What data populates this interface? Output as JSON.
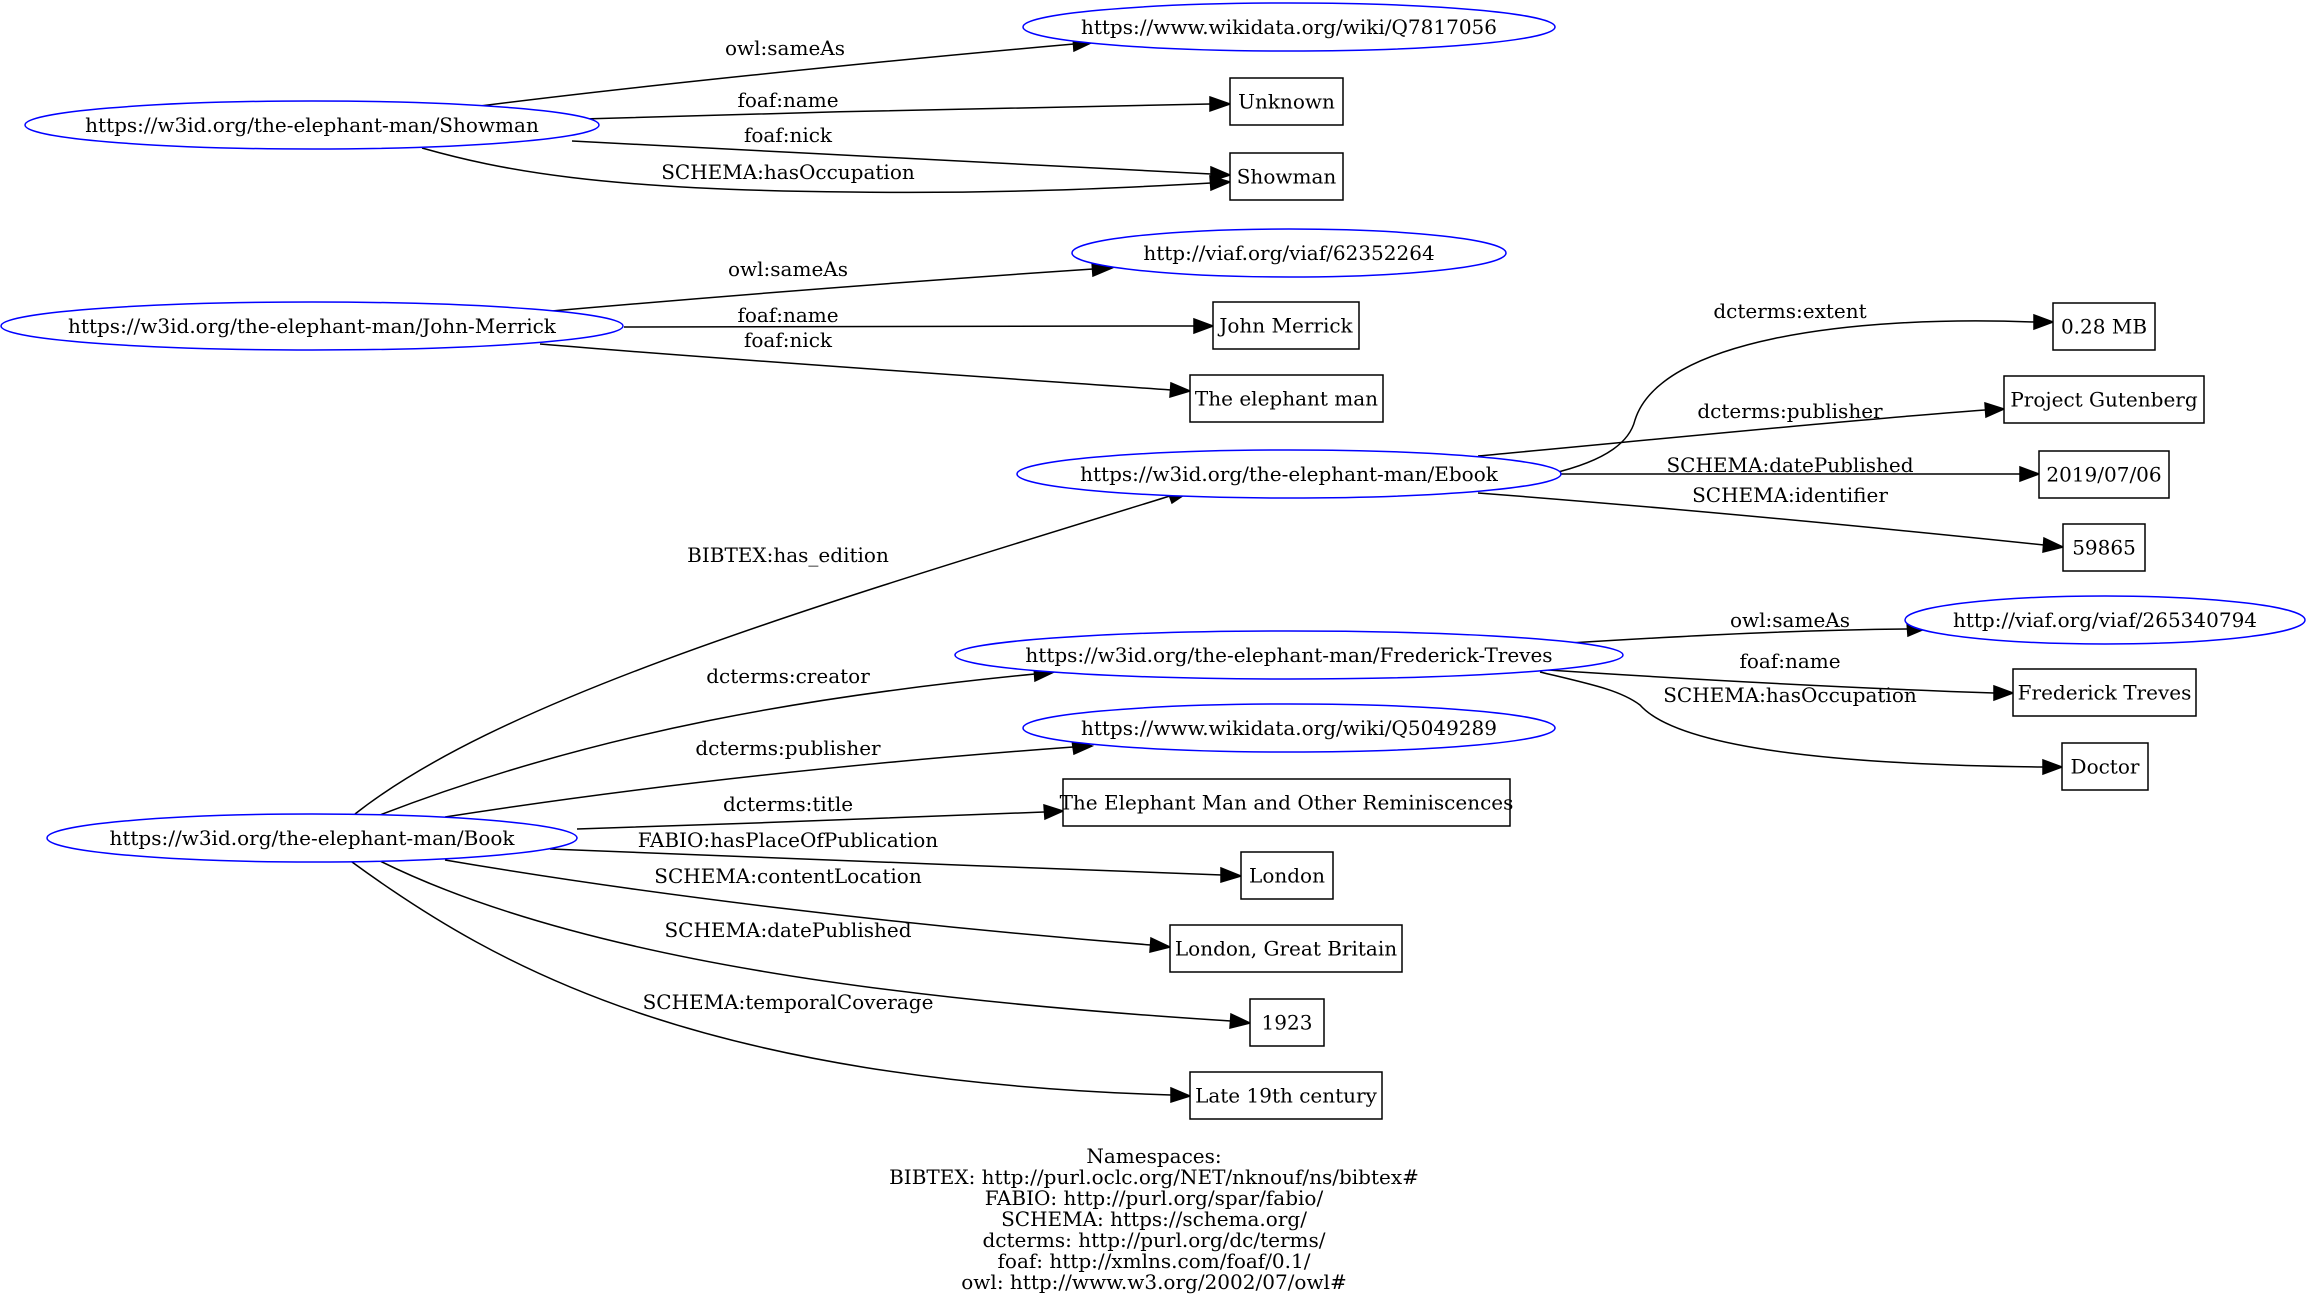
{
  "nodes": {
    "showman": {
      "label": "https://w3id.org/the-elephant-man/Showman",
      "kind": "uri"
    },
    "wd7817056": {
      "label": "https://www.wikidata.org/wiki/Q7817056",
      "kind": "uri"
    },
    "unknown": {
      "label": "Unknown",
      "kind": "literal"
    },
    "showman_lit": {
      "label": "Showman",
      "kind": "literal"
    },
    "merrick": {
      "label": "https://w3id.org/the-elephant-man/John-Merrick",
      "kind": "uri"
    },
    "viaf62352264": {
      "label": "http://viaf.org/viaf/62352264",
      "kind": "uri"
    },
    "john_merrick": {
      "label": "John Merrick",
      "kind": "literal"
    },
    "elephant_man": {
      "label": "The elephant man",
      "kind": "literal"
    },
    "ebook": {
      "label": "https://w3id.org/the-elephant-man/Ebook",
      "kind": "uri"
    },
    "size": {
      "label": "0.28 MB",
      "kind": "literal"
    },
    "gutenberg": {
      "label": "Project Gutenberg",
      "kind": "literal"
    },
    "ebook_date": {
      "label": "2019/07/06",
      "kind": "literal"
    },
    "ebook_id": {
      "label": "59865",
      "kind": "literal"
    },
    "treves": {
      "label": "https://w3id.org/the-elephant-man/Frederick-Treves",
      "kind": "uri"
    },
    "viaf265340794": {
      "label": "http://viaf.org/viaf/265340794",
      "kind": "uri"
    },
    "treves_name": {
      "label": "Frederick Treves",
      "kind": "literal"
    },
    "doctor": {
      "label": "Doctor",
      "kind": "literal"
    },
    "wd5049289": {
      "label": "https://www.wikidata.org/wiki/Q5049289",
      "kind": "uri"
    },
    "book": {
      "label": "https://w3id.org/the-elephant-man/Book",
      "kind": "uri"
    },
    "title": {
      "label": "The Elephant Man and Other Reminiscences",
      "kind": "literal"
    },
    "london": {
      "label": "London",
      "kind": "literal"
    },
    "london_gb": {
      "label": "London, Great Britain",
      "kind": "literal"
    },
    "year": {
      "label": "1923",
      "kind": "literal"
    },
    "century": {
      "label": "Late 19th century",
      "kind": "literal"
    }
  },
  "edges": [
    {
      "id": "e1",
      "from": "showman",
      "to": "wd7817056",
      "label": "owl:sameAs"
    },
    {
      "id": "e2",
      "from": "showman",
      "to": "unknown",
      "label": "foaf:name"
    },
    {
      "id": "e3",
      "from": "showman",
      "to": "showman_lit",
      "label": "foaf:nick"
    },
    {
      "id": "e4",
      "from": "showman",
      "to": "showman_lit",
      "label": "SCHEMA:hasOccupation"
    },
    {
      "id": "e5",
      "from": "merrick",
      "to": "viaf62352264",
      "label": "owl:sameAs"
    },
    {
      "id": "e6",
      "from": "merrick",
      "to": "john_merrick",
      "label": "foaf:name"
    },
    {
      "id": "e7",
      "from": "merrick",
      "to": "elephant_man",
      "label": "foaf:nick"
    },
    {
      "id": "e8",
      "from": "ebook",
      "to": "size",
      "label": "dcterms:extent"
    },
    {
      "id": "e9",
      "from": "ebook",
      "to": "gutenberg",
      "label": "dcterms:publisher"
    },
    {
      "id": "e10",
      "from": "ebook",
      "to": "ebook_date",
      "label": "SCHEMA:datePublished"
    },
    {
      "id": "e11",
      "from": "ebook",
      "to": "ebook_id",
      "label": "SCHEMA:identifier"
    },
    {
      "id": "e12",
      "from": "book",
      "to": "ebook",
      "label": "BIBTEX:has_edition"
    },
    {
      "id": "e13",
      "from": "treves",
      "to": "viaf265340794",
      "label": "owl:sameAs"
    },
    {
      "id": "e14",
      "from": "treves",
      "to": "treves_name",
      "label": "foaf:name"
    },
    {
      "id": "e15",
      "from": "treves",
      "to": "doctor",
      "label": "SCHEMA:hasOccupation"
    },
    {
      "id": "e16",
      "from": "book",
      "to": "treves",
      "label": "dcterms:creator"
    },
    {
      "id": "e17",
      "from": "book",
      "to": "wd5049289",
      "label": "dcterms:publisher"
    },
    {
      "id": "e18",
      "from": "book",
      "to": "title",
      "label": "dcterms:title"
    },
    {
      "id": "e19",
      "from": "book",
      "to": "london",
      "label": "FABIO:hasPlaceOfPublication"
    },
    {
      "id": "e20",
      "from": "book",
      "to": "london_gb",
      "label": "SCHEMA:contentLocation"
    },
    {
      "id": "e21",
      "from": "book",
      "to": "year",
      "label": "SCHEMA:datePublished"
    },
    {
      "id": "e22",
      "from": "book",
      "to": "century",
      "label": "SCHEMA:temporalCoverage"
    }
  ],
  "namespaces": {
    "heading": "Namespaces:",
    "lines": [
      "BIBTEX: http://purl.oclc.org/NET/nknouf/ns/bibtex#",
      "FABIO: http://purl.org/spar/fabio/",
      "SCHEMA: https://schema.org/",
      "dcterms: http://purl.org/dc/terms/",
      "foaf: http://xmlns.com/foaf/0.1/",
      "owl: http://www.w3.org/2002/07/owl#"
    ]
  },
  "colors": {
    "uri_stroke": "#0000ff",
    "literal_stroke": "#000000",
    "edge": "#000000"
  }
}
